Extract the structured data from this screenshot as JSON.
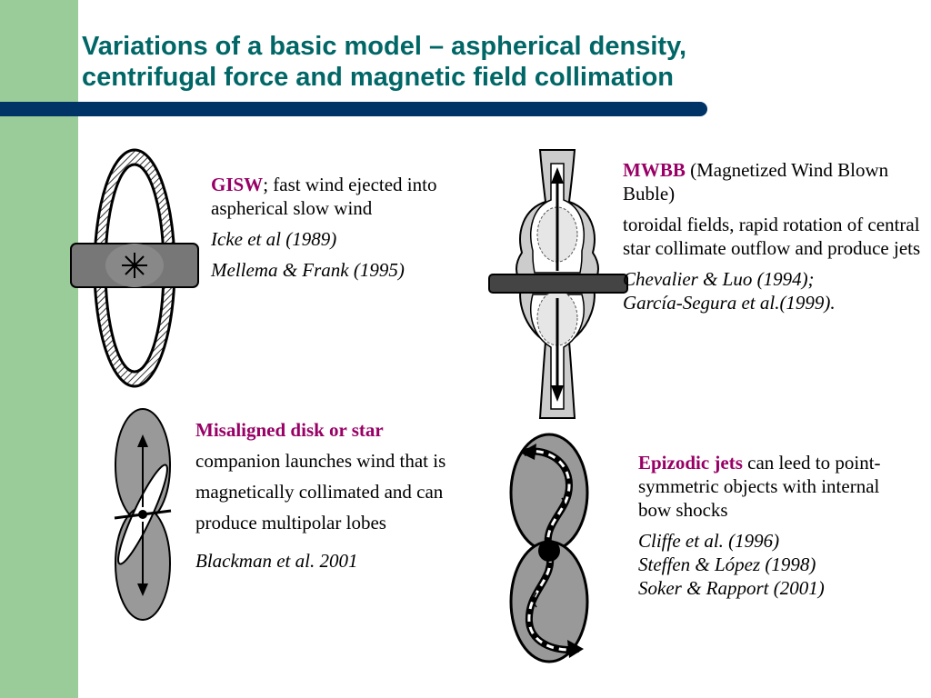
{
  "slide": {
    "title_line1": "Variations of a basic model – aspherical density,",
    "title_line2": "centrifugal force and magnetic field collimation"
  },
  "gisw": {
    "keyword": "GISW",
    "description": "; fast wind ejected into aspherical slow wind",
    "ref1": "Icke et al (1989)",
    "ref2": "Mellema & Frank (1995)"
  },
  "mwbb": {
    "keyword": "MWBB",
    "subtitle": " (Magnetized Wind Blown Buble)",
    "description": "toroidal fields, rapid rotation of central star collimate outflow and produce jets",
    "ref1": "Chevalier & Luo (1994);",
    "ref2": "García-Segura et al.(1999)."
  },
  "misaligned": {
    "keyword": "Misaligned disk or star",
    "description": "companion launches wind that is magnetically collimated and can produce multipolar lobes",
    "ref1": "Blackman et al. 2001"
  },
  "epizodic": {
    "keyword": "Epizodic jets",
    "description": " can leed to point-symmetric objects with internal bow shocks",
    "ref1": "Cliffe et al. (1996)",
    "ref2": "Steffen & López (1998)",
    "ref3": "Soker & Rapport (2001)"
  },
  "colors": {
    "title": "#006666",
    "accent_green": "#99cc99",
    "bar_navy": "#003366",
    "keyword": "#990066"
  }
}
